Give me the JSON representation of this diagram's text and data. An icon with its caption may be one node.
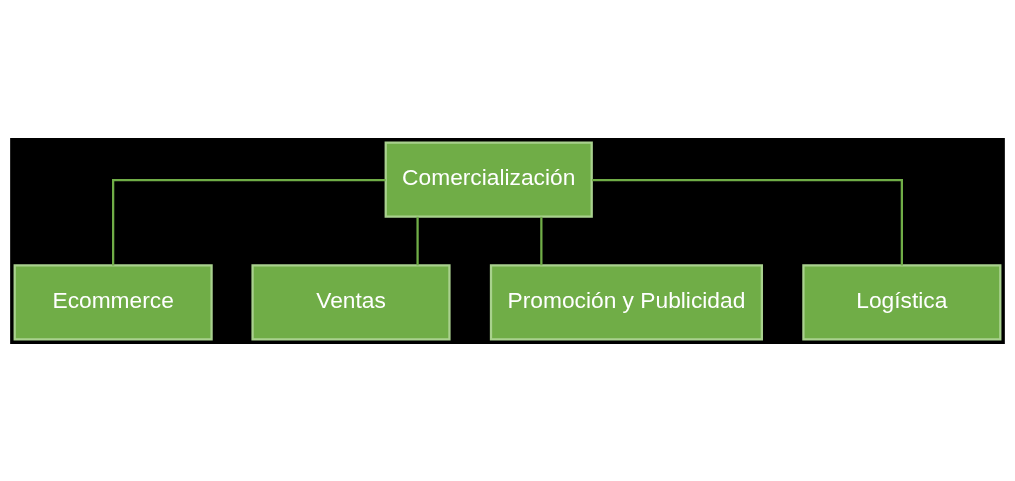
{
  "diagram": {
    "nodes": [
      {
        "text": [
          "Comercialización"
        ]
      },
      {
        "text": [
          "Ecommerce"
        ]
      },
      {
        "text": [
          "Ventas"
        ]
      },
      {
        "text": [
          "Promoción y Publicidad"
        ]
      },
      {
        "text": [
          "Logística"
        ]
      }
    ],
    "edges": [
      {
        "from": 0,
        "to": 1,
        "arrow": "none"
      },
      {
        "from": 0,
        "to": 3,
        "arrow": "none"
      },
      {
        "from": 0,
        "to": 2,
        "arrow": "none"
      },
      {
        "from": 0,
        "to": 4,
        "arrow": "none"
      }
    ]
  }
}
